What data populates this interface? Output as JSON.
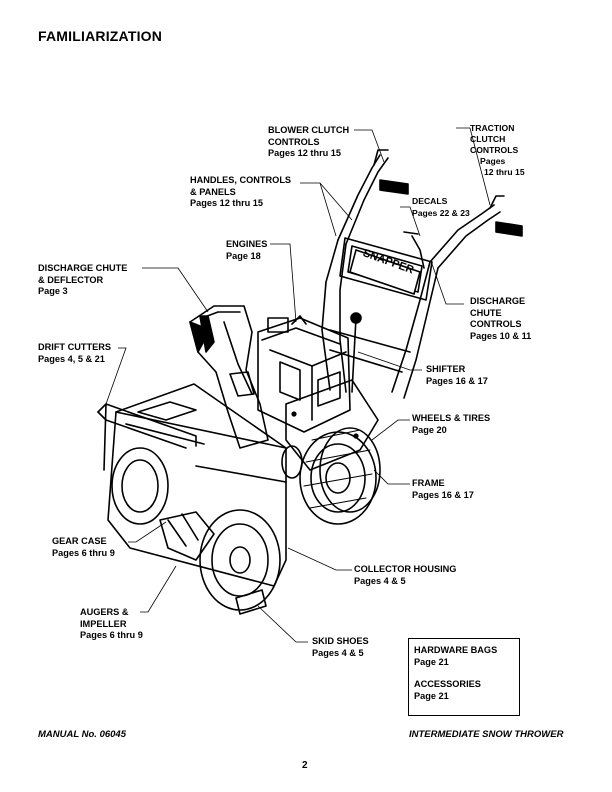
{
  "header": {
    "title": "FAMILIARIZATION"
  },
  "brand": {
    "logo_text": "SNAPPER"
  },
  "callouts": {
    "blower_clutch": {
      "name1": "BLOWER CLUTCH",
      "name2": "CONTROLS",
      "pages": "Pages 12 thru 15"
    },
    "traction_clutch": {
      "name1": "TRACTION",
      "name2": "CLUTCH",
      "name3": "CONTROLS",
      "pages1": "Pages",
      "pages2": "12 thru 15"
    },
    "handles": {
      "name1": "HANDLES, CONTROLS",
      "name2": "& PANELS",
      "pages": "Pages 12 thru 15"
    },
    "decals": {
      "name": "DECALS",
      "pages": "Pages 22 & 23"
    },
    "engines": {
      "name": "ENGINES",
      "pages": "Page 18"
    },
    "discharge_chute": {
      "name1": "DISCHARGE CHUTE",
      "name2": "& DEFLECTOR",
      "pages": "Page 3"
    },
    "discharge_controls": {
      "name1": "DISCHARGE",
      "name2": "CHUTE",
      "name3": "CONTROLS",
      "pages": "Pages 10 & 11"
    },
    "drift_cutters": {
      "name": "DRIFT CUTTERS",
      "pages": "Pages 4, 5 & 21"
    },
    "shifter": {
      "name": "SHIFTER",
      "pages": "Pages 16 & 17"
    },
    "wheels": {
      "name": "WHEELS & TIRES",
      "pages": "Page 20"
    },
    "frame": {
      "name": "FRAME",
      "pages": "Pages 16 & 17"
    },
    "gear_case": {
      "name": "GEAR CASE",
      "pages": "Pages 6 thru 9"
    },
    "collector": {
      "name": "COLLECTOR HOUSING",
      "pages": "Pages 4 & 5"
    },
    "augers": {
      "name1": "AUGERS &",
      "name2": "IMPELLER",
      "pages": "Pages 6 thru 9"
    },
    "skid_shoes": {
      "name": "SKID SHOES",
      "pages": "Pages 4 & 5"
    }
  },
  "hardware_box": {
    "hardware_name": "HARDWARE BAGS",
    "hardware_pages": "Page 21",
    "accessories_name": "ACCESSORIES",
    "accessories_pages": "Page 21"
  },
  "footer": {
    "manual": "MANUAL No. 06045",
    "product": "INTERMEDIATE SNOW THROWER",
    "page_number": "2"
  }
}
